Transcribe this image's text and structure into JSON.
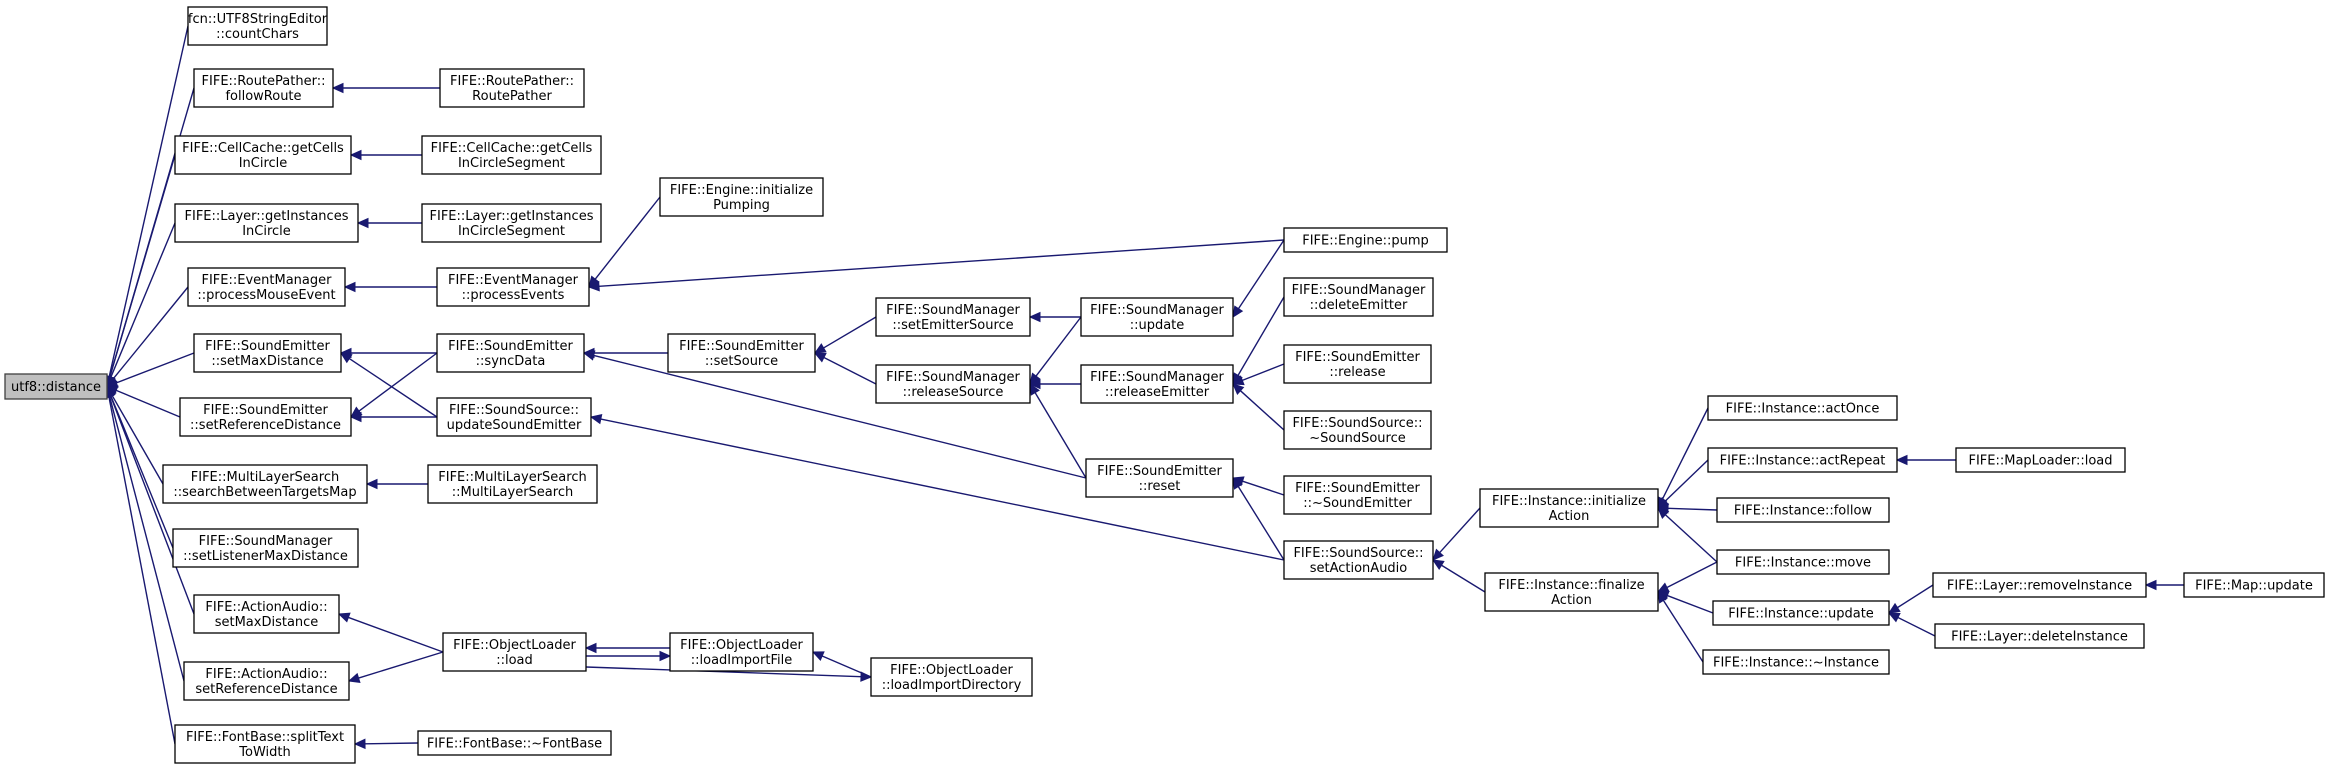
{
  "graph": {
    "nodes": [
      {
        "id": "root",
        "lines": [
          "utf8::distance"
        ],
        "root": true
      },
      {
        "id": "countChars",
        "lines": [
          "fcn::UTF8StringEditor",
          "::countChars"
        ]
      },
      {
        "id": "followRoute",
        "lines": [
          "FIFE::RoutePather::",
          "followRoute"
        ]
      },
      {
        "id": "routePather",
        "lines": [
          "FIFE::RoutePather::",
          "RoutePather"
        ]
      },
      {
        "id": "getCellsInCircle",
        "lines": [
          "FIFE::CellCache::getCells",
          "InCircle"
        ]
      },
      {
        "id": "getCellsInCircleSegment",
        "lines": [
          "FIFE::CellCache::getCells",
          "InCircleSegment"
        ]
      },
      {
        "id": "getInstancesInCircle",
        "lines": [
          "FIFE::Layer::getInstances",
          "InCircle"
        ]
      },
      {
        "id": "getInstancesInCircleSegment",
        "lines": [
          "FIFE::Layer::getInstances",
          "InCircleSegment"
        ]
      },
      {
        "id": "initializePumping",
        "lines": [
          "FIFE::Engine::initialize",
          "Pumping"
        ]
      },
      {
        "id": "pump",
        "lines": [
          "FIFE::Engine::pump"
        ]
      },
      {
        "id": "processMouseEvent",
        "lines": [
          "FIFE::EventManager",
          "::processMouseEvent"
        ]
      },
      {
        "id": "processEvents",
        "lines": [
          "FIFE::EventManager",
          "::processEvents"
        ]
      },
      {
        "id": "setMaxDistanceSE",
        "lines": [
          "FIFE::SoundEmitter",
          "::setMaxDistance"
        ]
      },
      {
        "id": "syncData",
        "lines": [
          "FIFE::SoundEmitter",
          "::syncData"
        ]
      },
      {
        "id": "setSource",
        "lines": [
          "FIFE::SoundEmitter",
          "::setSource"
        ]
      },
      {
        "id": "setEmitterSource",
        "lines": [
          "FIFE::SoundManager",
          "::setEmitterSource"
        ]
      },
      {
        "id": "smUpdate",
        "lines": [
          "FIFE::SoundManager",
          "::update"
        ]
      },
      {
        "id": "deleteEmitter",
        "lines": [
          "FIFE::SoundManager",
          "::deleteEmitter"
        ]
      },
      {
        "id": "seRelease",
        "lines": [
          "FIFE::SoundEmitter",
          "::release"
        ]
      },
      {
        "id": "releaseSource",
        "lines": [
          "FIFE::SoundManager",
          "::releaseSource"
        ]
      },
      {
        "id": "releaseEmitter",
        "lines": [
          "FIFE::SoundManager",
          "::releaseEmitter"
        ]
      },
      {
        "id": "ssDestructor",
        "lines": [
          "FIFE::SoundSource::",
          "~SoundSource"
        ]
      },
      {
        "id": "setReferenceDistanceSE",
        "lines": [
          "FIFE::SoundEmitter",
          "::setReferenceDistance"
        ]
      },
      {
        "id": "updateSoundEmitter",
        "lines": [
          "FIFE::SoundSource::",
          "updateSoundEmitter"
        ]
      },
      {
        "id": "seReset",
        "lines": [
          "FIFE::SoundEmitter",
          "::reset"
        ]
      },
      {
        "id": "seDestructor",
        "lines": [
          "FIFE::SoundEmitter",
          "::~SoundEmitter"
        ]
      },
      {
        "id": "searchBetweenTargetsMap",
        "lines": [
          "FIFE::MultiLayerSearch",
          "::searchBetweenTargetsMap"
        ]
      },
      {
        "id": "multiLayerSearch",
        "lines": [
          "FIFE::MultiLayerSearch",
          "::MultiLayerSearch"
        ]
      },
      {
        "id": "setListenerMaxDistance",
        "lines": [
          "FIFE::SoundManager",
          "::setListenerMaxDistance"
        ]
      },
      {
        "id": "setActionAudio",
        "lines": [
          "FIFE::SoundSource::",
          "setActionAudio"
        ]
      },
      {
        "id": "initializeAction",
        "lines": [
          "FIFE::Instance::initialize",
          "Action"
        ]
      },
      {
        "id": "finalizeAction",
        "lines": [
          "FIFE::Instance::finalize",
          "Action"
        ]
      },
      {
        "id": "actOnce",
        "lines": [
          "FIFE::Instance::actOnce"
        ]
      },
      {
        "id": "actRepeat",
        "lines": [
          "FIFE::Instance::actRepeat"
        ]
      },
      {
        "id": "mapLoaderLoad",
        "lines": [
          "FIFE::MapLoader::load"
        ]
      },
      {
        "id": "follow",
        "lines": [
          "FIFE::Instance::follow"
        ]
      },
      {
        "id": "move",
        "lines": [
          "FIFE::Instance::move"
        ]
      },
      {
        "id": "instUpdate",
        "lines": [
          "FIFE::Instance::update"
        ]
      },
      {
        "id": "removeInstance",
        "lines": [
          "FIFE::Layer::removeInstance"
        ]
      },
      {
        "id": "mapUpdate",
        "lines": [
          "FIFE::Map::update"
        ]
      },
      {
        "id": "deleteInstance",
        "lines": [
          "FIFE::Layer::deleteInstance"
        ]
      },
      {
        "id": "instDestructor",
        "lines": [
          "FIFE::Instance::~Instance"
        ]
      },
      {
        "id": "setMaxDistanceAA",
        "lines": [
          "FIFE::ActionAudio::",
          "setMaxDistance"
        ]
      },
      {
        "id": "objLoad",
        "lines": [
          "FIFE::ObjectLoader",
          "::load"
        ]
      },
      {
        "id": "loadImportFile",
        "lines": [
          "FIFE::ObjectLoader",
          "::loadImportFile"
        ]
      },
      {
        "id": "loadImportDirectory",
        "lines": [
          "FIFE::ObjectLoader",
          "::loadImportDirectory"
        ]
      },
      {
        "id": "setReferenceDistanceAA",
        "lines": [
          "FIFE::ActionAudio::",
          "setReferenceDistance"
        ]
      },
      {
        "id": "splitTextToWidth",
        "lines": [
          "FIFE::FontBase::splitText",
          "ToWidth"
        ]
      },
      {
        "id": "fontBaseDestructor",
        "lines": [
          "FIFE::FontBase::~FontBase"
        ]
      }
    ],
    "edges": [
      {
        "from": "countChars",
        "to": "root"
      },
      {
        "from": "followRoute",
        "to": "root"
      },
      {
        "from": "getCellsInCircle",
        "to": "root"
      },
      {
        "from": "getInstancesInCircle",
        "to": "root"
      },
      {
        "from": "processMouseEvent",
        "to": "root"
      },
      {
        "from": "setMaxDistanceSE",
        "to": "root"
      },
      {
        "from": "setReferenceDistanceSE",
        "to": "root"
      },
      {
        "from": "searchBetweenTargetsMap",
        "to": "root"
      },
      {
        "from": "setListenerMaxDistance",
        "to": "root"
      },
      {
        "from": "setMaxDistanceAA",
        "to": "root"
      },
      {
        "from": "setReferenceDistanceAA",
        "to": "root"
      },
      {
        "from": "splitTextToWidth",
        "to": "root"
      },
      {
        "from": "routePather",
        "to": "followRoute"
      },
      {
        "from": "getCellsInCircleSegment",
        "to": "getCellsInCircle"
      },
      {
        "from": "getInstancesInCircleSegment",
        "to": "getInstancesInCircle"
      },
      {
        "from": "processEvents",
        "to": "processMouseEvent"
      },
      {
        "from": "initializePumping",
        "to": "processEvents"
      },
      {
        "from": "pump",
        "to": "processEvents"
      },
      {
        "from": "syncData",
        "to": "setMaxDistanceSE"
      },
      {
        "from": "updateSoundEmitter",
        "to": "setMaxDistanceSE"
      },
      {
        "from": "syncData",
        "to": "setReferenceDistanceSE"
      },
      {
        "from": "updateSoundEmitter",
        "to": "setReferenceDistanceSE"
      },
      {
        "from": "setSource",
        "to": "syncData"
      },
      {
        "from": "seReset",
        "to": "syncData"
      },
      {
        "from": "setEmitterSource",
        "to": "setSource"
      },
      {
        "from": "releaseSource",
        "to": "setSource"
      },
      {
        "from": "smUpdate",
        "to": "setEmitterSource"
      },
      {
        "from": "pump",
        "to": "smUpdate"
      },
      {
        "from": "smUpdate",
        "to": "releaseSource"
      },
      {
        "from": "releaseEmitter",
        "to": "releaseSource"
      },
      {
        "from": "seReset",
        "to": "releaseSource"
      },
      {
        "from": "deleteEmitter",
        "to": "releaseEmitter"
      },
      {
        "from": "seRelease",
        "to": "releaseEmitter"
      },
      {
        "from": "ssDestructor",
        "to": "releaseEmitter"
      },
      {
        "from": "seDestructor",
        "to": "seReset"
      },
      {
        "from": "setActionAudio",
        "to": "seReset"
      },
      {
        "from": "setActionAudio",
        "to": "updateSoundEmitter"
      },
      {
        "from": "initializeAction",
        "to": "setActionAudio"
      },
      {
        "from": "finalizeAction",
        "to": "setActionAudio"
      },
      {
        "from": "actOnce",
        "to": "initializeAction"
      },
      {
        "from": "actRepeat",
        "to": "initializeAction"
      },
      {
        "from": "follow",
        "to": "initializeAction"
      },
      {
        "from": "move",
        "to": "initializeAction"
      },
      {
        "from": "mapLoaderLoad",
        "to": "actRepeat"
      },
      {
        "from": "move",
        "to": "finalizeAction"
      },
      {
        "from": "instUpdate",
        "to": "finalizeAction"
      },
      {
        "from": "instDestructor",
        "to": "finalizeAction"
      },
      {
        "from": "removeInstance",
        "to": "instUpdate"
      },
      {
        "from": "deleteInstance",
        "to": "instUpdate"
      },
      {
        "from": "mapUpdate",
        "to": "removeInstance"
      },
      {
        "from": "multiLayerSearch",
        "to": "searchBetweenTargetsMap"
      },
      {
        "from": "objLoad",
        "to": "setMaxDistanceAA"
      },
      {
        "from": "objLoad",
        "to": "setReferenceDistanceAA"
      },
      {
        "from": "loadImportFile",
        "to": "objLoad"
      },
      {
        "from": "objLoad",
        "to": "loadImportFile"
      },
      {
        "from": "loadImportDirectory",
        "to": "loadImportFile"
      },
      {
        "from": "objLoad",
        "to": "loadImportDirectory"
      },
      {
        "from": "fontBaseDestructor",
        "to": "splitTextToWidth"
      }
    ]
  }
}
